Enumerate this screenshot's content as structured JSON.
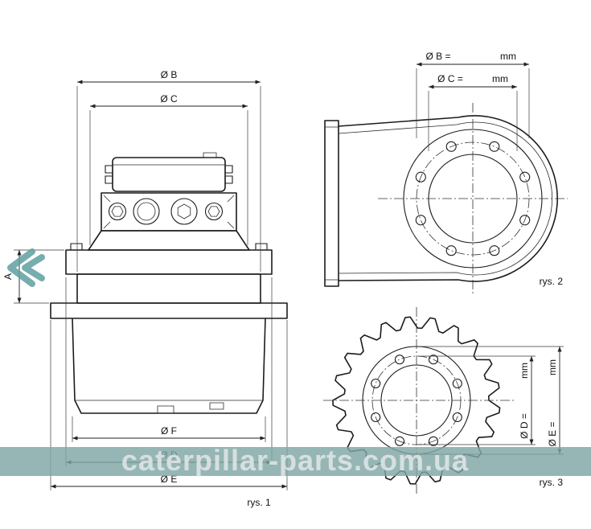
{
  "colors": {
    "line": "#1c1c1c",
    "watermark_band": "#7fa6a6",
    "watermark_text": "#dde4e3",
    "chevron": "#5f9fa1"
  },
  "watermark": {
    "text": "caterpillar-parts.com.ua"
  },
  "fig1": {
    "caption": "rys. 1",
    "dims": {
      "diaB": "Ø B",
      "diaC": "Ø C",
      "a": "A",
      "diaF": "Ø F",
      "diaD": "Ø D",
      "diaE": "Ø E"
    }
  },
  "fig2": {
    "caption": "rys. 2",
    "dims": {
      "diaB_label": "Ø B =",
      "diaB_unit": "mm",
      "diaC_label": "Ø C =",
      "diaC_unit": "mm"
    }
  },
  "fig3": {
    "caption": "rys. 3",
    "dims": {
      "diaD_label": "Ø D =",
      "diaD_unit": "mm",
      "diaE_label": "Ø E =",
      "diaE_unit": "mm"
    }
  }
}
